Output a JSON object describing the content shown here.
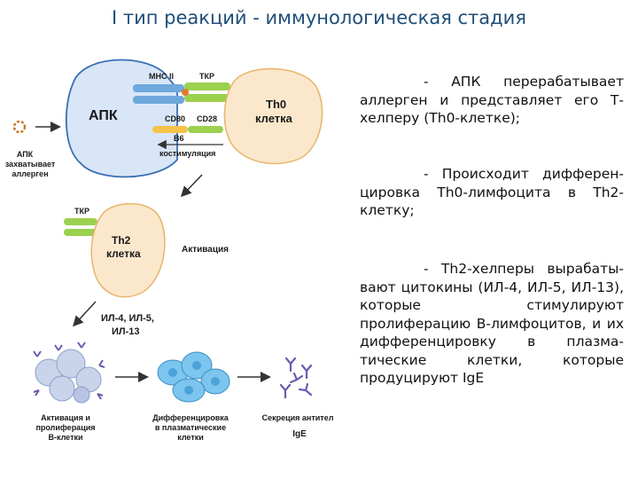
{
  "title": "I тип реакций -  иммунологическая стадия",
  "diagram": {
    "apc_label": "АПК",
    "mhc_label": "MHC II",
    "tcr_label": "ТКР",
    "th0_label_1": "Th0",
    "th0_label_2": "клетка",
    "cd80_label": "CD80",
    "cd28_label": "CD28",
    "b6_label": "B6",
    "costim_label": "костимуляция",
    "apc_captures_1": "АПК",
    "apc_captures_2": "захватывает",
    "apc_captures_3": "аллерген",
    "tcr2_label": "ТКР",
    "th2_label_1": "Th2",
    "th2_label_2": "клетка",
    "activation_label": "Активация",
    "il_label_1": "ИЛ-4, ИЛ-5,",
    "il_label_2": "ИЛ-13",
    "bcell_caption_1": "Активация и",
    "bcell_caption_2": "пролиферация",
    "bcell_caption_3": "В-клетки",
    "plasma_caption_1": "Дифференцировка",
    "plasma_caption_2": "в плазматические",
    "plasma_caption_3": "клетки",
    "antibody_caption_1": "Секреция антител",
    "antibody_caption_2": "IgE"
  },
  "text": {
    "p1": "- АПК перерабатывает аллерген и представляет его Т-хелперу (Th0-клетке);",
    "p2": "- Происходит дифферен-цировка Th0-лимфоцита в Th2-клетку;",
    "p3": "- Th2-хелперы вырабаты-вают цитокины (ИЛ-4, ИЛ-5, ИЛ-13), которые стимулируют пролиферацию В-лимфоцитов, и их дифференцировку в плазма-тические клетки, которые продуцируют IgE"
  },
  "colors": {
    "apc_fill": "#d8e6f7",
    "apc_stroke": "#3a6fb5",
    "th_fill": "#fbe8cc",
    "th_stroke": "#e8b46a",
    "receptor_green": "#9bd14e",
    "receptor_blue": "#6fa8dc",
    "bcell_fill": "#c9d4ea",
    "plasma_fill": "#7cc5ee",
    "antibody": "#6b5bb0"
  }
}
